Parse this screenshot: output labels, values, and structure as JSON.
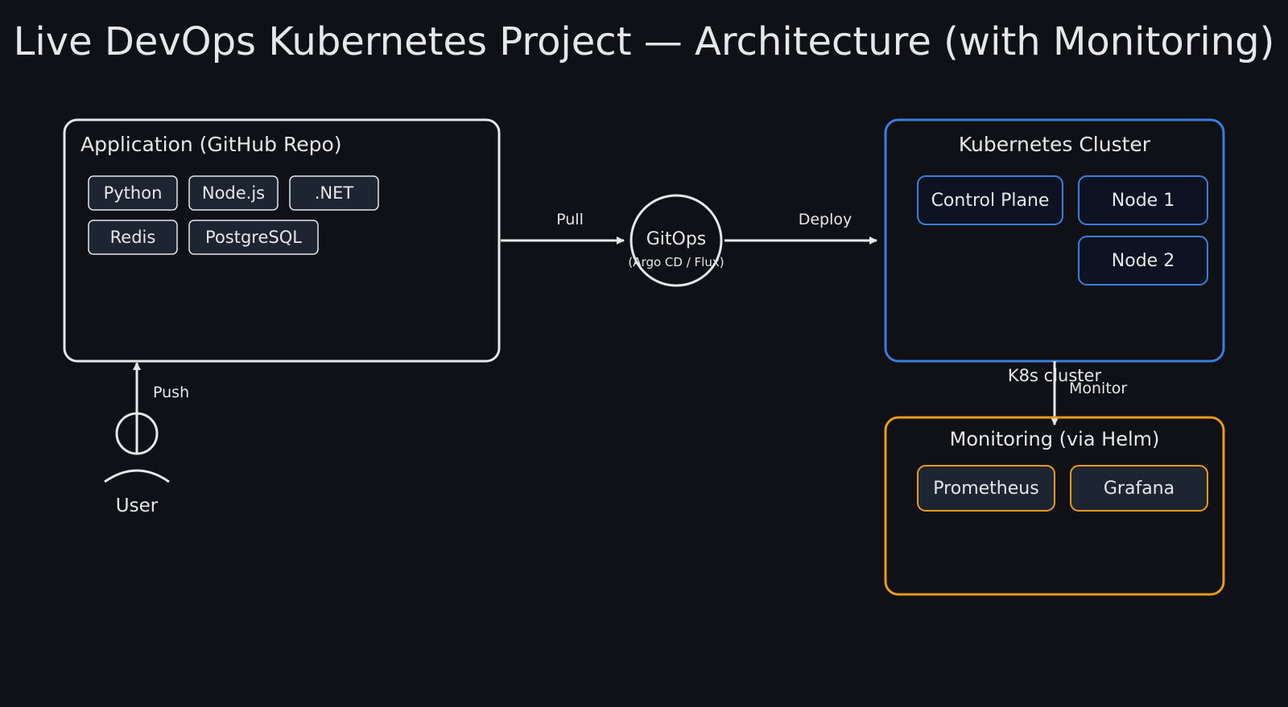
{
  "title": "Live DevOps Kubernetes Project — Architecture (with Monitoring)",
  "colors": {
    "background": "#101116",
    "text": "#e6e7ea",
    "app_border": "#e6e7ea",
    "k8s_border": "#3b7ddd",
    "monitoring_border": "#e79b1c",
    "chip_fill": "#1e2532",
    "node_fill": "#0d1322"
  },
  "application": {
    "title": "Application (GitHub Repo)",
    "chips": [
      "Python",
      "Node.js",
      ".NET",
      "Redis",
      "PostgreSQL"
    ]
  },
  "gitops": {
    "label": "GitOps",
    "sublabel": "(Argo CD / Flux)"
  },
  "k8s": {
    "title": "Kubernetes Cluster",
    "control_plane": "Control Plane",
    "node1": "Node 1",
    "node2": "Node 2",
    "caption": "K8s cluster"
  },
  "monitoring": {
    "title": "Monitoring (via Helm)",
    "prometheus": "Prometheus",
    "grafana": "Grafana"
  },
  "user": {
    "label": "User"
  },
  "arrows": {
    "pull": "Pull",
    "deploy": "Deploy",
    "push": "Push",
    "monitor": "Monitor"
  }
}
